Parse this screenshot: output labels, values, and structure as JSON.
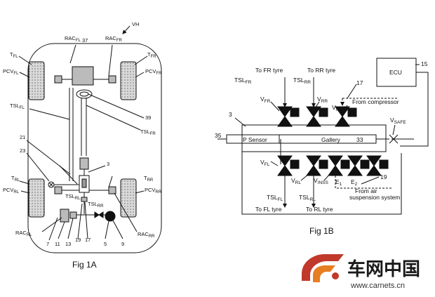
{
  "fig1a": {
    "caption": "Fig 1A",
    "labels": {
      "vh": "VH",
      "rac_fl": "RAC",
      "rac_fl_sub": "FL",
      "rac_fr": "RAC",
      "rac_fr_sub": "FR",
      "n37": "37",
      "t_fl": "T",
      "t_fl_sub": "FL",
      "t_fr": "T",
      "t_fr_sub": "FR",
      "pcv_fl": "PCV",
      "pcv_fl_sub": "FL",
      "pcv_fr": "PCV",
      "pcv_fr_sub": "FR",
      "tsl_fl": "TSL",
      "tsl_fl_sub": "FL",
      "n39": "39",
      "tsl_fr": "TSL",
      "tsl_fr_sub": "FR",
      "n21": "21",
      "n23": "23",
      "n3": "3",
      "t_rl": "T",
      "t_rl_sub": "RL",
      "t_rr": "T",
      "t_rr_sub": "RR",
      "pcv_rl": "PCV",
      "pcv_rl_sub": "RL",
      "pcv_rr": "PCV",
      "pcv_rr_sub": "RR",
      "tsl_rl": "TSL",
      "tsl_rl_sub": "RL",
      "tsl_rr": "TSL",
      "tsl_rr_sub": "RR",
      "rac_rl": "RAC",
      "rac_rl_sub": "RL",
      "rac_rr": "RAC",
      "rac_rr_sub": "RR",
      "n7": "7",
      "n11": "11",
      "n13": "13",
      "n19": "19",
      "n17": "17",
      "n5": "5",
      "n9": "9"
    }
  },
  "fig1b": {
    "caption": "Fig 1B",
    "labels": {
      "to_fr_tyre": "To FR tyre",
      "to_rr_tyre": "To RR tyre",
      "ecu": "ECU",
      "n15": "15",
      "tsl_fr": "TSL",
      "tsl_fr_sub": "FR",
      "tsl_rr": "TSL",
      "tsl_rr_sub": "RR",
      "n17": "17",
      "v_fr": "V",
      "v_fr_sub": "FR",
      "v_rr": "V",
      "v_rr_sub": "RR",
      "from_compressor": "From compressor",
      "v_inc": "V",
      "v_inc_sub": "INC",
      "n3": "3",
      "v_safe": "V",
      "v_safe_sub": "SAFE",
      "n35": "35",
      "p_sensor": "P Sensor",
      "gallery": "Gallery",
      "n33": "33",
      "v_fl": "V",
      "v_fl_sub": "FL",
      "n19": "19",
      "v_rl": "V",
      "v_rl_sub": "RL",
      "v_inss": "V",
      "v_inss_sub": "INSS",
      "e1": "E",
      "e1_sub": "1",
      "e2": "E",
      "e2_sub": "2",
      "from_air": "From air",
      "suspension_system": "suspension system",
      "tsl_fl": "TSL",
      "tsl_fl_sub": "FL",
      "tsl_rl": "TSL",
      "tsl_rl_sub": "RL",
      "to_fl_tyre": "To FL tyre",
      "to_rl_tyre": "To RL tyre"
    }
  },
  "watermark": {
    "brand_cn": "车网中国",
    "url": "www.carnets.cn"
  }
}
